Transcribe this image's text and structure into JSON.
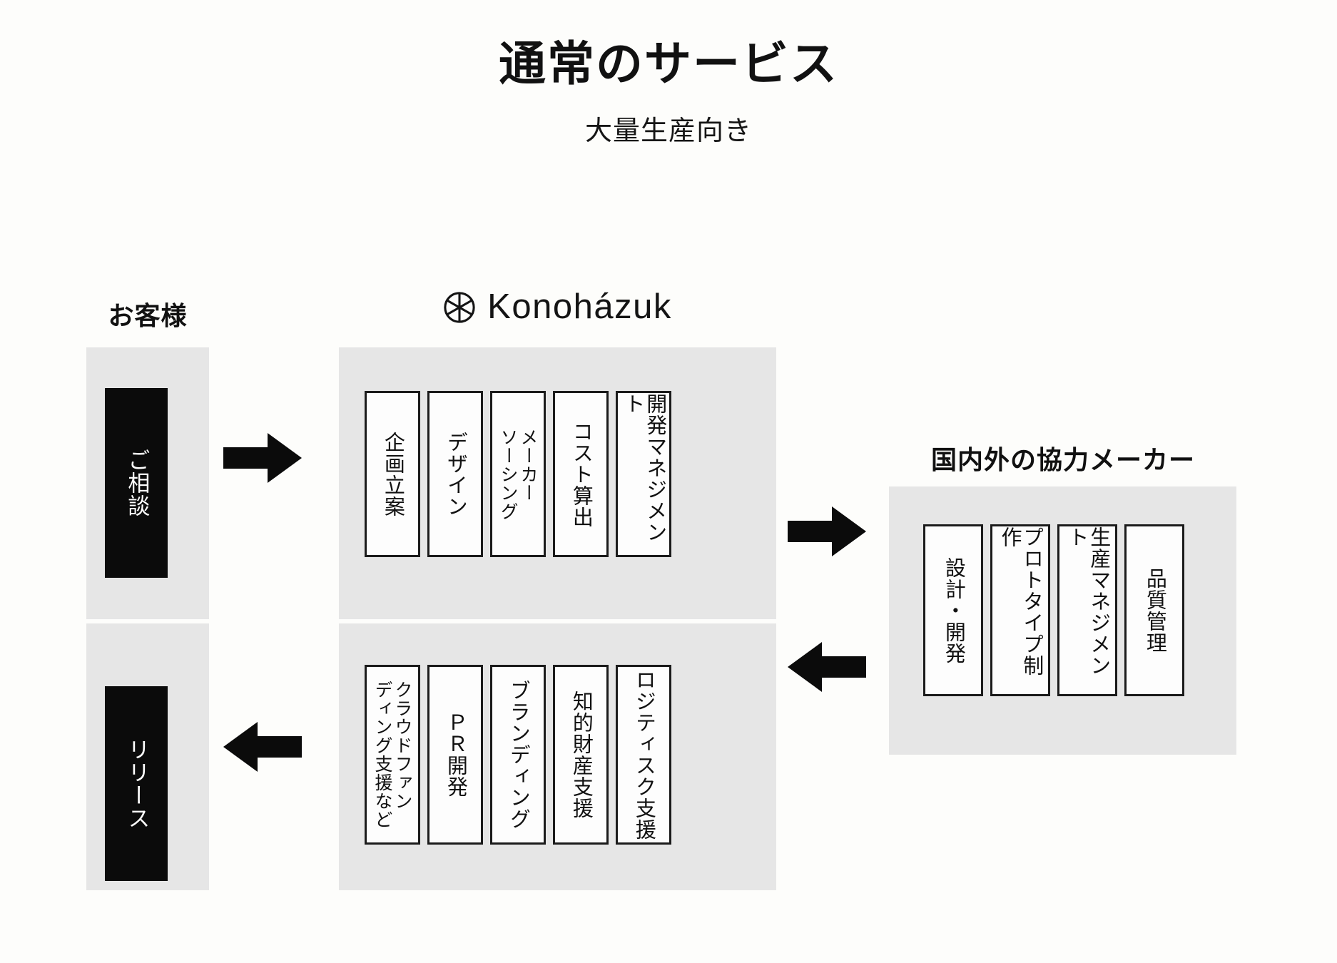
{
  "header": {
    "title": "通常のサービス",
    "subtitle": "大量生産向き"
  },
  "brand": {
    "name": "Konoházuk",
    "mark_icon": "leaf-circle-icon"
  },
  "customer": {
    "heading": "お客様",
    "cards": [
      {
        "label": "ご相談"
      },
      {
        "label": "リリース"
      }
    ]
  },
  "konohazuk": {
    "top_row": [
      {
        "label": "企画立案",
        "wide": false
      },
      {
        "label": "デザイン",
        "wide": false
      },
      {
        "label": "メーカー\nソーシング",
        "wide": true
      },
      {
        "label": "コスト算出",
        "wide": false
      },
      {
        "label": "開発マネジメント",
        "wide": false
      }
    ],
    "bottom_row": [
      {
        "label": "クラウドファン\nディング支援など",
        "wide": true
      },
      {
        "label": "ＰＲ開発",
        "wide": false
      },
      {
        "label": "ブランディング",
        "wide": false
      },
      {
        "label": "知的財産支援",
        "wide": false
      },
      {
        "label": "ロジティスク支援",
        "wide": false
      }
    ]
  },
  "maker": {
    "heading": "国内外の協力メーカー",
    "cards": [
      {
        "label": "設計・開発"
      },
      {
        "label": "プロトタイプ制作"
      },
      {
        "label": "生産マネジメント"
      },
      {
        "label": "品質管理"
      }
    ]
  },
  "arrows": [
    {
      "name": "consult-to-service",
      "direction": "right"
    },
    {
      "name": "service-to-maker",
      "direction": "right"
    },
    {
      "name": "maker-to-support",
      "direction": "left"
    },
    {
      "name": "support-to-release",
      "direction": "left"
    }
  ],
  "colors": {
    "background": "#fdfdfb",
    "panel_gray": "#e6e6e6",
    "card_black": "#0b0b0b",
    "card_border": "#1b1b1b",
    "text": "#111111"
  }
}
